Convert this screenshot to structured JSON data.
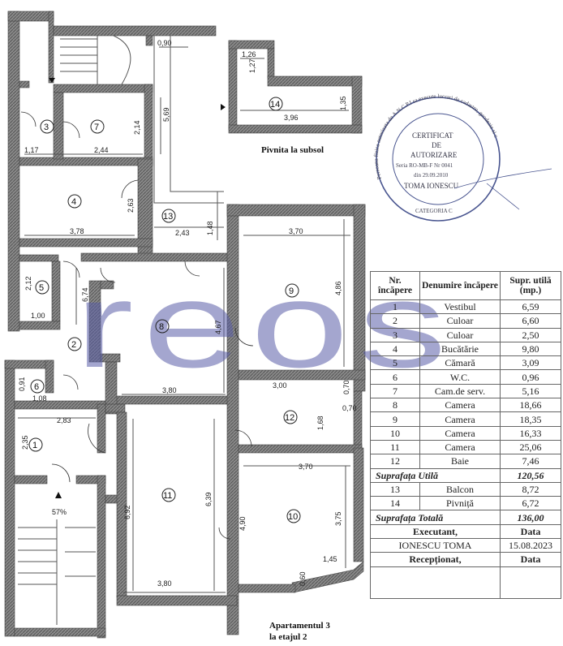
{
  "plan": {
    "title_basement": "Pivnita la subsol",
    "title_apartment_line1": "Apartamentul 3",
    "title_apartment_line2": "la etajul 2",
    "stair_percent": "57%",
    "dimensions": {
      "d090": "0,90",
      "d126": "1,26",
      "d127": "1,27",
      "d396": "3,96",
      "d135": "1,35",
      "d569": "5,69",
      "d214": "2,14",
      "d117": "1,17",
      "d244": "2,44",
      "d263": "2,63",
      "d378": "3,78",
      "d243": "2,43",
      "d148": "1,48",
      "d370a": "3,70",
      "d486": "4,86",
      "d212": "2,12",
      "d100": "1,00",
      "d674": "6,74",
      "d467": "4,67",
      "d380a": "3,80",
      "d300": "3,00",
      "d070a": "0,70",
      "d070b": "0,70",
      "d168": "1,68",
      "d091": "0,91",
      "d108": "1,08",
      "d283": "2,83",
      "d235": "2,35",
      "d370b": "3,70",
      "d692": "6,92",
      "d639": "6,39",
      "d490": "4,90",
      "d375": "3,75",
      "d145": "1,45",
      "d060": "0,60",
      "d380b": "3,80"
    },
    "room_numbers": [
      "1",
      "2",
      "3",
      "4",
      "5",
      "6",
      "7",
      "8",
      "9",
      "10",
      "11",
      "12",
      "13",
      "14"
    ]
  },
  "watermark": {
    "text": "reos",
    "color": "#5b5fa8"
  },
  "stamp": {
    "line1": "CERTIFICAT",
    "line2": "DE",
    "line3": "AUTORIZARE",
    "line4": "Seria RO-MB-F Nr 0041",
    "line5": "din 29.09.2010",
    "line6": "TOMA IONESCU",
    "arc_text": "Persoana fizica autorizata de A.N.C.P.I sa execute lucrari de cadastru, geodezie si cartografie",
    "category": "CATEGORIA C",
    "color": "#4a5690"
  },
  "table": {
    "headers": {
      "nr": "Nr. încăpere",
      "name": "Denumire încăpere",
      "area": "Supr. utilă (mp.)"
    },
    "rows": [
      {
        "nr": "1",
        "name": "Vestibul",
        "area": "6,59"
      },
      {
        "nr": "2",
        "name": "Culoar",
        "area": "6,60"
      },
      {
        "nr": "3",
        "name": "Culoar",
        "area": "2,50"
      },
      {
        "nr": "4",
        "name": "Bucătărie",
        "area": "9,80"
      },
      {
        "nr": "5",
        "name": "Cămară",
        "area": "3,09"
      },
      {
        "nr": "6",
        "name": "W.C.",
        "area": "0,96"
      },
      {
        "nr": "7",
        "name": "Cam.de serv.",
        "area": "5,16"
      },
      {
        "nr": "8",
        "name": "Camera",
        "area": "18,66"
      },
      {
        "nr": "9",
        "name": "Camera",
        "area": "18,35"
      },
      {
        "nr": "10",
        "name": "Camera",
        "area": "16,33"
      },
      {
        "nr": "11",
        "name": "Camera",
        "area": "25,06"
      },
      {
        "nr": "12",
        "name": "Baie",
        "area": "7,46"
      }
    ],
    "useful_label": "Suprafața Utilă",
    "useful_value": "120,56",
    "extra_rows": [
      {
        "nr": "13",
        "name": "Balcon",
        "area": "8,72"
      },
      {
        "nr": "14",
        "name": "Pivniță",
        "area": "6,72"
      }
    ],
    "total_label": "Suprafața Totală",
    "total_value": "136,00",
    "executant_label": "Executant,",
    "date_label": "Data",
    "executant_name": "IONESCU TOMA",
    "executant_date": "15.08.2023",
    "received_label": "Recepționat,",
    "received_date_label": "Data"
  }
}
